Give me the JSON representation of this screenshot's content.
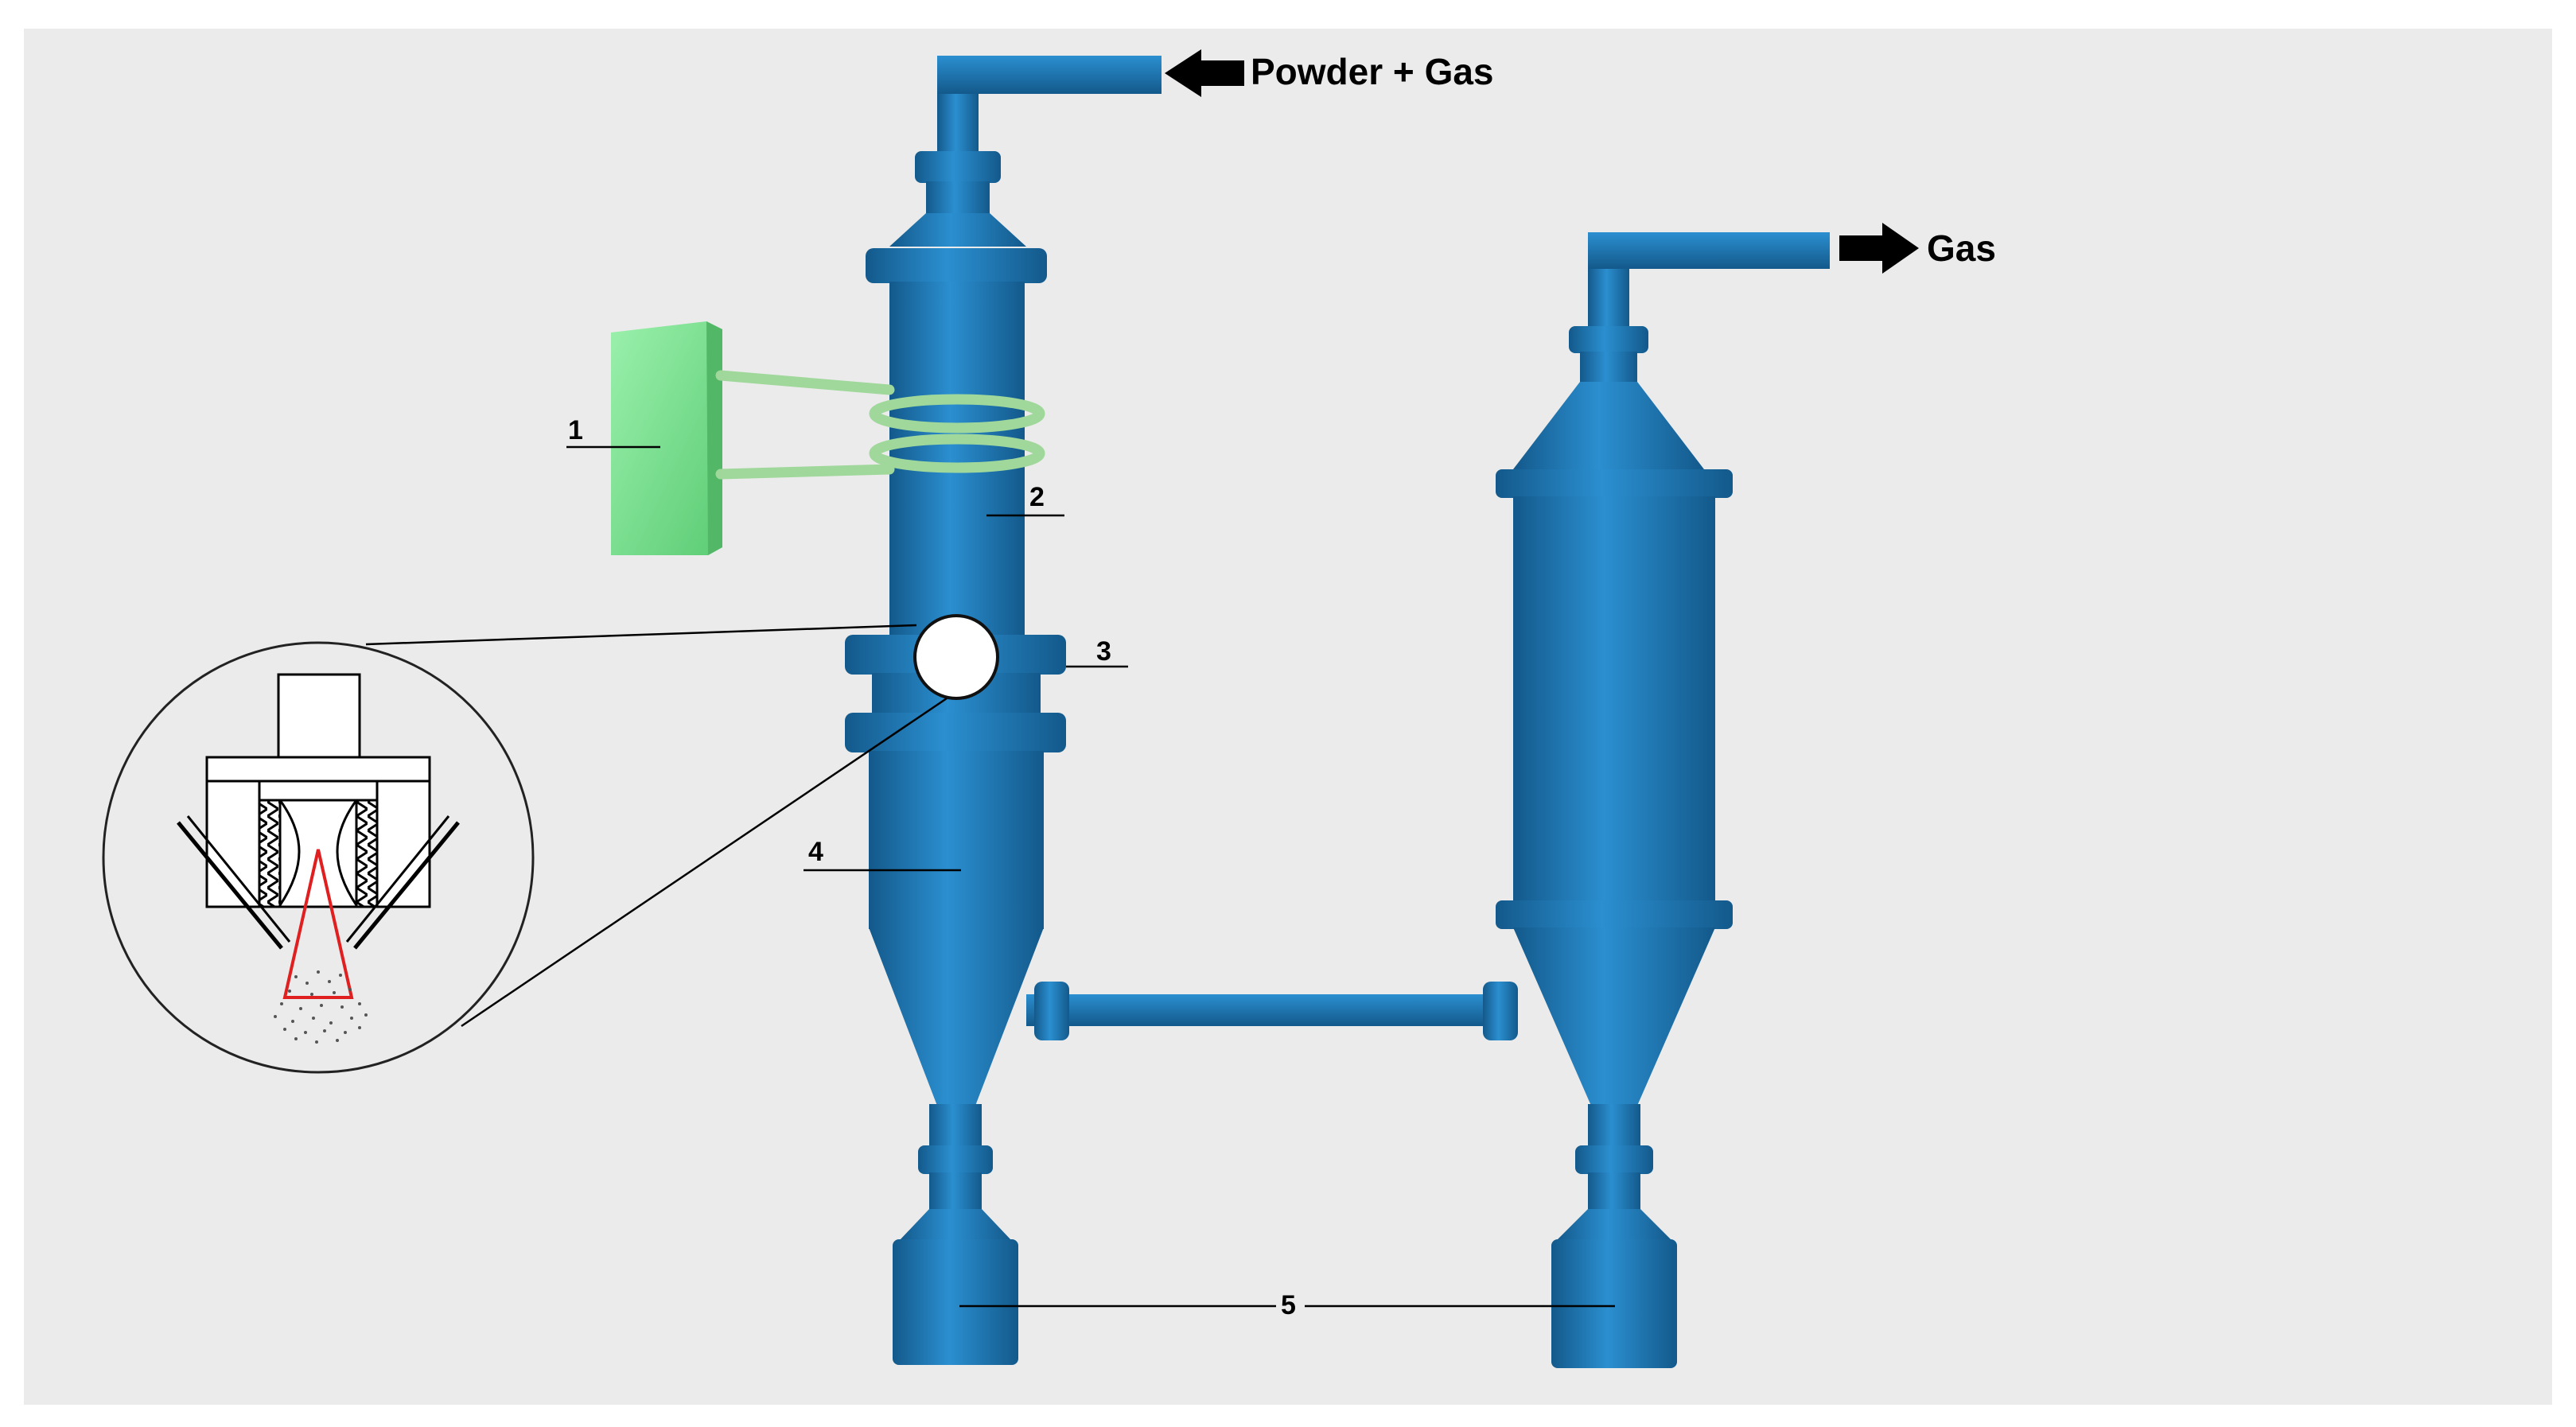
{
  "labels": {
    "inlet": "Powder + Gas",
    "outlet": "Gas",
    "part1": "1",
    "part2": "2",
    "part3": "3",
    "part4": "4",
    "part5": "5"
  },
  "colors": {
    "background": "#ebebeb",
    "vessel": "#1a73b3",
    "vessel_shadow": "#13598b",
    "vessel_highlight": "#2b8fd0",
    "generator": "#7ee592",
    "coil": "#9fd89a",
    "spray": "#e02020",
    "arrow": "#000000"
  }
}
